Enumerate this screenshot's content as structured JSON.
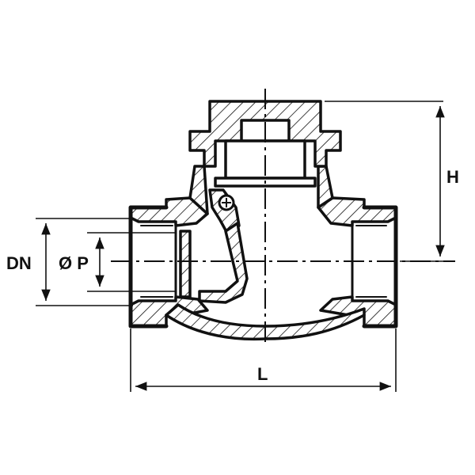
{
  "labels": {
    "dn": "DN",
    "diameter_p": "Ø P",
    "height": "H",
    "length": "L"
  }
}
